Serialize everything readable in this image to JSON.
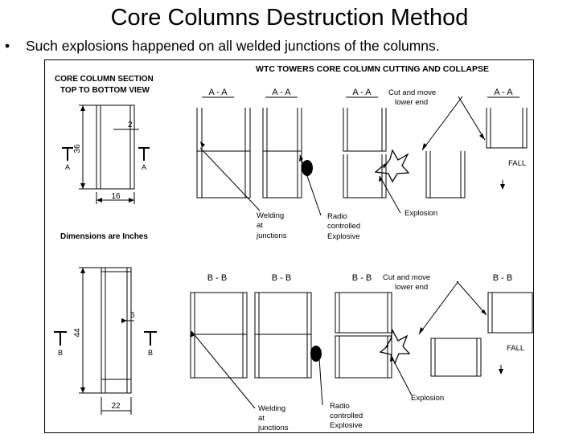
{
  "slide": {
    "title": "Core Columns Destruction Method",
    "bullet": "Such explosions happened on all welded junctions of the columns."
  },
  "diagram": {
    "title": "WTC TOWERS CORE COLUMN CUTTING AND COLLAPSE",
    "section_title_line1": "CORE COLUMN SECTION",
    "section_title_line2": "TOP TO BOTTOM VIEW",
    "dimensions_note": "Dimensions are Inches",
    "top_column": {
      "height": "36",
      "width": "16",
      "wall": "2",
      "cut_mark": "A"
    },
    "bottom_column": {
      "height": "44",
      "width": "22",
      "wall": "5",
      "cut_mark": "B"
    },
    "row_a": {
      "view_labels": [
        "A - A",
        "A - A",
        "A - A",
        "A - A"
      ],
      "welding_lines": [
        "Welding",
        "at",
        "junctions"
      ],
      "explosive_lines": [
        "Radio",
        "controlled",
        "Explosive"
      ],
      "explosion_label": "Explosion",
      "cut_lines": [
        "Cut and move",
        "lower end"
      ],
      "fall_label": "FALL"
    },
    "row_b": {
      "view_labels": [
        "B - B",
        "B - B",
        "B - B",
        "B - B"
      ],
      "welding_lines": [
        "Welding",
        "at",
        "junctions"
      ],
      "explosive_lines": [
        "Radio",
        "controlled",
        "Explosive"
      ],
      "explosion_label": "Explosion",
      "cut_lines": [
        "Cut and move",
        "lower end"
      ],
      "fall_label": "FALL"
    }
  }
}
